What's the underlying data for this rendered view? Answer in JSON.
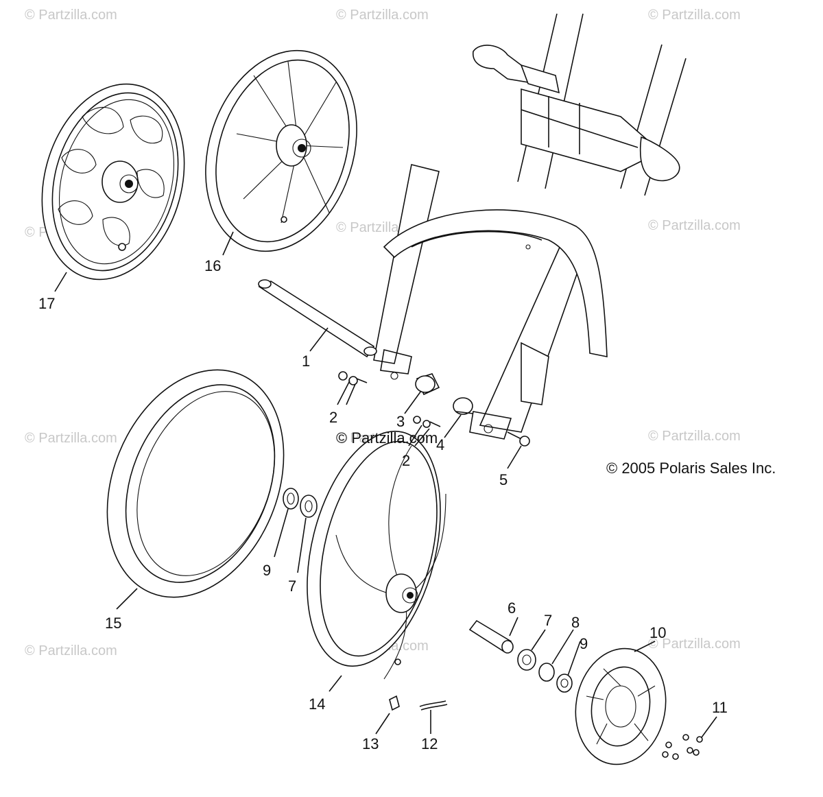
{
  "watermarks": [
    "© Partzilla.com",
    "© Partzilla.com",
    "© Partzilla.com",
    "© Partzilla.com",
    "© Partzilla.com",
    "© Partzilla.com",
    "© Partzilla.com",
    "© Partzilla.com",
    "© Partzilla.com",
    "© Partzilla.com",
    "© Partzilla.com",
    "© Partzilla.com"
  ],
  "center_watermark": "© Partzilla.com",
  "copyright": "© 2005 Polaris Sales Inc.",
  "callouts": [
    "1",
    "2",
    "2",
    "3",
    "4",
    "5",
    "6",
    "7",
    "7",
    "8",
    "9",
    "9",
    "10",
    "11",
    "12",
    "13",
    "14",
    "15",
    "16",
    "17"
  ]
}
